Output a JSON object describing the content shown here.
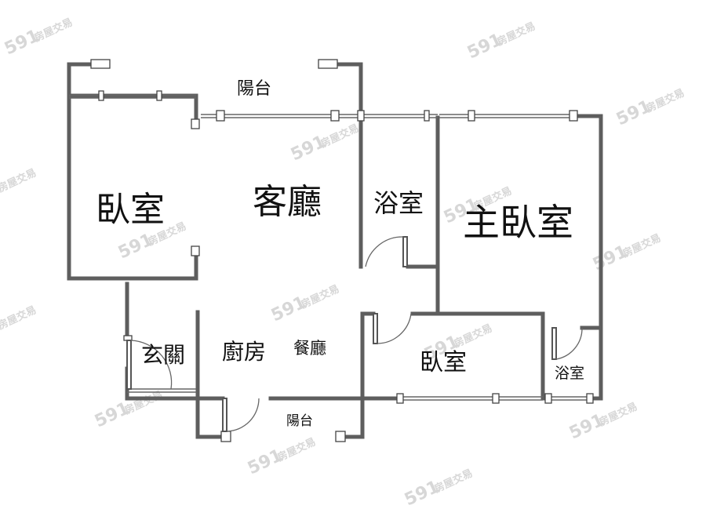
{
  "rooms": {
    "bedroom_west": "臥室",
    "living_room": "客廳",
    "bathroom_main": "浴室",
    "master_bedroom": "主臥室",
    "entrance": "玄關",
    "kitchen": "廚房",
    "dining_room": "餐廳",
    "bedroom_south": "臥室",
    "bathroom_master": "浴室",
    "balcony_north": "陽台",
    "balcony_south": "陽台"
  },
  "watermark": {
    "brand_number": "591",
    "brand_text": "房屋交易"
  },
  "colors": {
    "wall": "#5e5e5e",
    "background": "#ffffff",
    "watermark": "#d7d7d7"
  }
}
